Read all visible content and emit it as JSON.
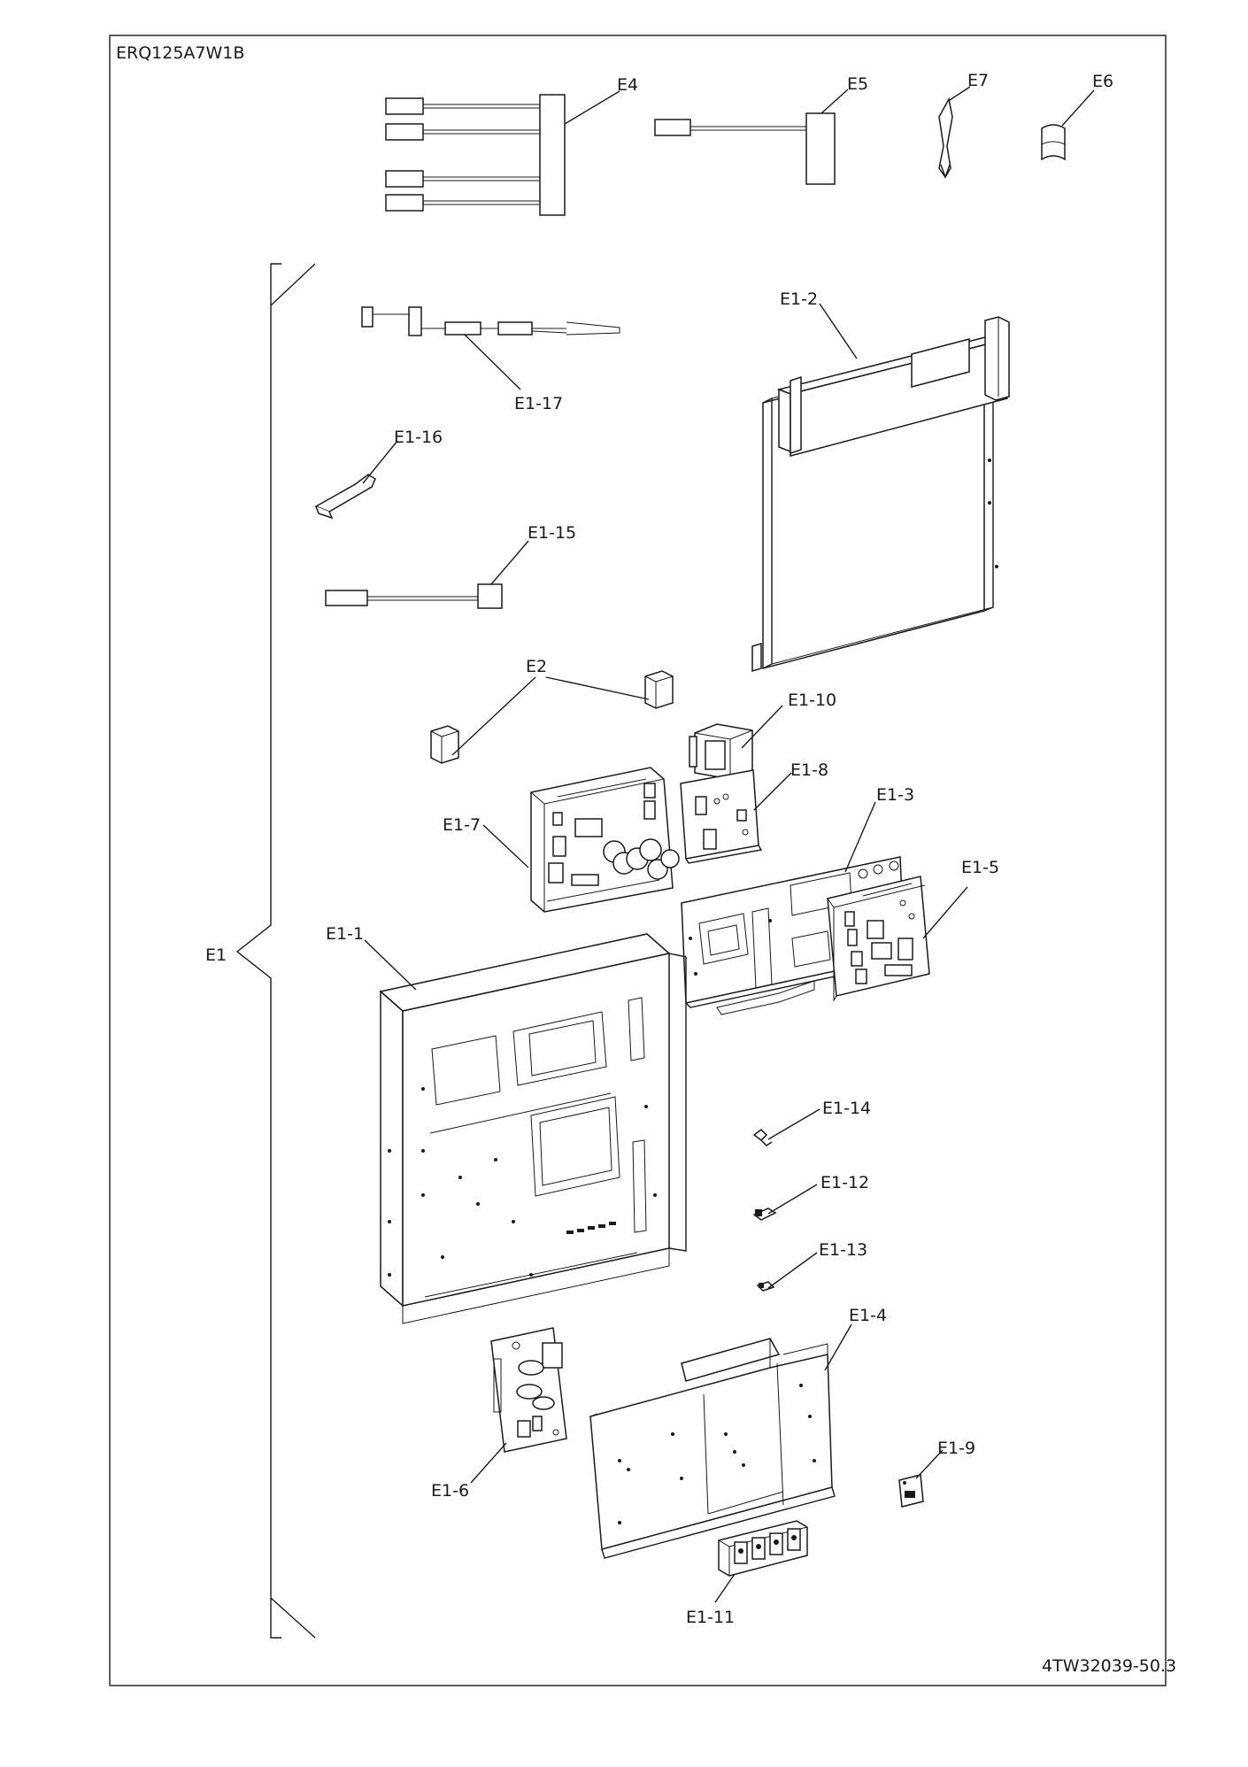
{
  "sheet": {
    "model": "ERQ125A7W1B",
    "drawing_number": "4TW32039-50.3"
  },
  "group_label": "E1",
  "callouts": {
    "E4": "E4",
    "E5": "E5",
    "E7": "E7",
    "E6": "E6",
    "E1_2": "E1-2",
    "E1_17": "E1-17",
    "E1_16": "E1-16",
    "E1_15": "E1-15",
    "E2": "E2",
    "E1_10": "E1-10",
    "E1_8": "E1-8",
    "E1_3": "E1-3",
    "E1_7": "E1-7",
    "E1_5": "E1-5",
    "E1_1": "E1-1",
    "E1_14": "E1-14",
    "E1_12": "E1-12",
    "E1_13": "E1-13",
    "E1_4": "E1-4",
    "E1_9": "E1-9",
    "E1_6": "E1-6",
    "E1_11": "E1-11"
  }
}
